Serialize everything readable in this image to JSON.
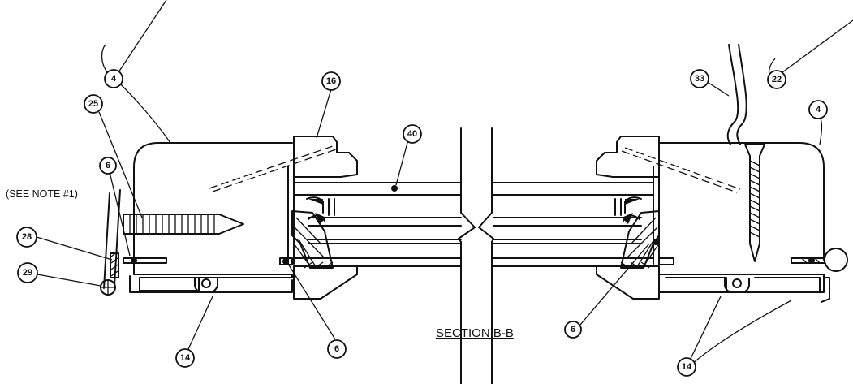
{
  "drawing": {
    "section_label": "SECTION B-B",
    "note_label": "(SEE NOTE #1)",
    "callouts": [
      {
        "id": "c4a",
        "label": "4"
      },
      {
        "id": "c16",
        "label": "16"
      },
      {
        "id": "c25",
        "label": "25"
      },
      {
        "id": "c6a",
        "label": "6"
      },
      {
        "id": "c28",
        "label": "28"
      },
      {
        "id": "c29",
        "label": "29"
      },
      {
        "id": "c14a",
        "label": "14"
      },
      {
        "id": "c6b",
        "label": "6"
      },
      {
        "id": "c40",
        "label": "40"
      },
      {
        "id": "c33",
        "label": "33"
      },
      {
        "id": "c22",
        "label": "22"
      },
      {
        "id": "c4b",
        "label": "4"
      },
      {
        "id": "c6c",
        "label": "6"
      },
      {
        "id": "c14b",
        "label": "14"
      }
    ]
  }
}
